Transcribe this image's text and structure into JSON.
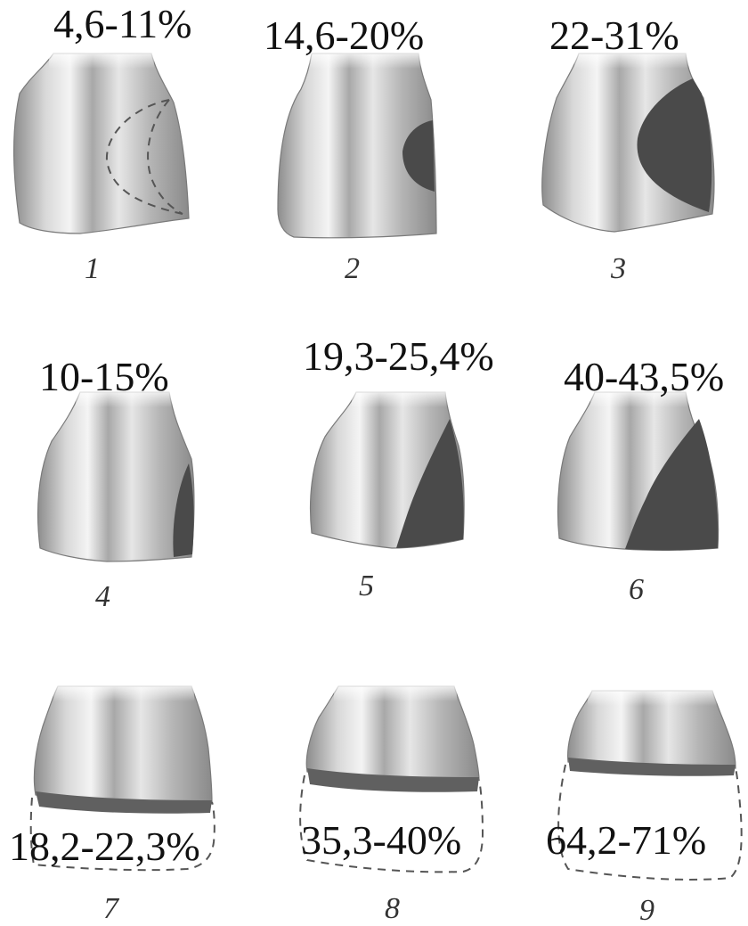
{
  "panels": [
    {
      "number": "1",
      "label": "4,6-11%"
    },
    {
      "number": "2",
      "label": "14,6-20%"
    },
    {
      "number": "3",
      "label": "22-31%"
    },
    {
      "number": "4",
      "label": "10-15%"
    },
    {
      "number": "5",
      "label": "19,3-25,4%"
    },
    {
      "number": "6",
      "label": "40-43,5%"
    },
    {
      "number": "7",
      "label": "18,2-22,3%"
    },
    {
      "number": "8",
      "label": "35,3-40%"
    },
    {
      "number": "9",
      "label": "64,2-71%"
    }
  ]
}
